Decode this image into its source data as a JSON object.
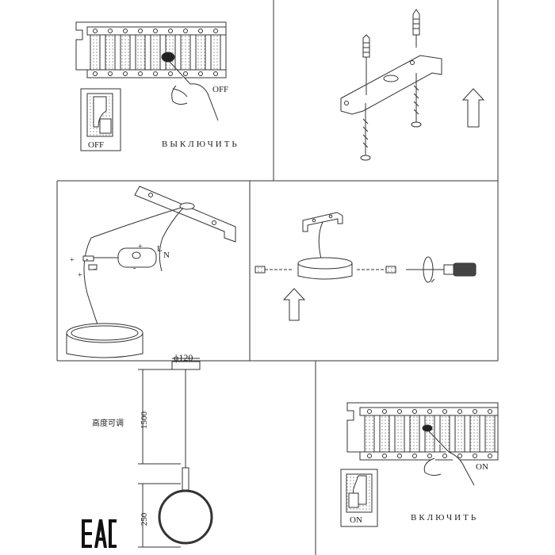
{
  "panel1": {
    "off_label": "OFF",
    "switch_label": "OFF",
    "caption": "ВЫКЛЮЧИТЬ"
  },
  "panel6": {
    "on_label": "ON",
    "switch_label": "ON",
    "caption": "ВКЛЮЧИТЬ"
  },
  "panel3": {
    "plus_a": "+",
    "plus_b": "+",
    "minus_a": "-",
    "minus_b": "-",
    "block_plus": "+",
    "block_minus": "-",
    "live": "L",
    "neutral": "N"
  },
  "panel5": {
    "diameter": "ϕ120",
    "cable_length": "1500",
    "ring_height": "250",
    "adjustable_note": "高度可调"
  },
  "mark": {
    "eac": "EAC"
  }
}
